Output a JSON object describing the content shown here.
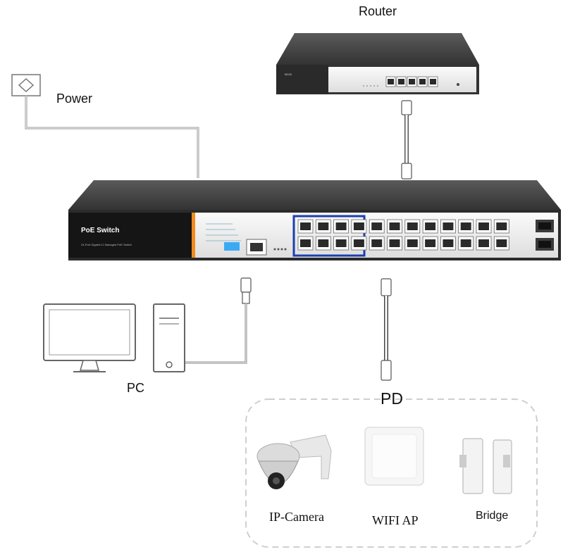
{
  "labels": {
    "router": "Router",
    "power": "Power",
    "pc": "PC",
    "pd": "PD",
    "ip_camera": "IP-Camera",
    "wifi_ap": "WIFI AP",
    "bridge": "Bridge"
  },
  "switch": {
    "title": "PoE Switch",
    "subtitle": "24-Port Gigabit L2 Managed PoE Switch",
    "poe_ports": 24,
    "sfp_ports": 2
  },
  "router": {
    "brand_text": "M120",
    "lan_ports": 5
  },
  "colors": {
    "device_dark": "#2e2e2e",
    "device_top": "#4a4a4a",
    "panel_light": "#eeeeee",
    "accent_orange": "#f08c1e",
    "port_highlight_blue": "#1c3fb0",
    "dip_blue": "#3da9f5",
    "cable_gray": "#9a9a9a",
    "dashed_border": "#cfcfcf"
  }
}
